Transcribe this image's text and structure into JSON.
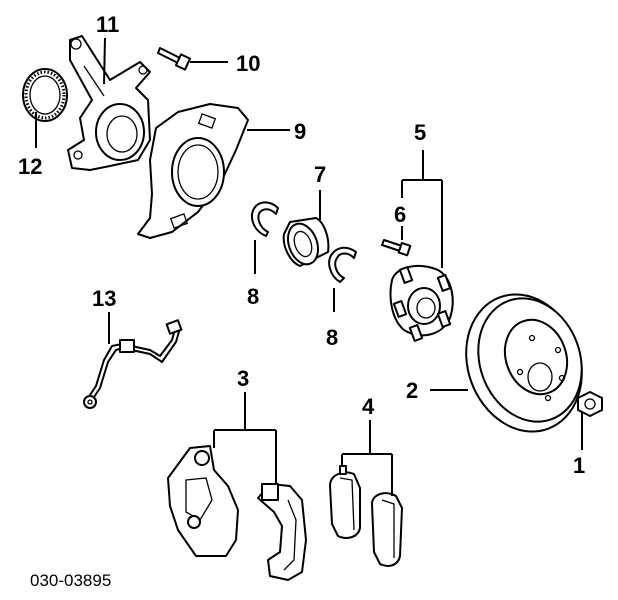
{
  "diagram": {
    "code": "030-03895",
    "callouts": [
      {
        "id": "1",
        "text": "1"
      },
      {
        "id": "2",
        "text": "2"
      },
      {
        "id": "3",
        "text": "3"
      },
      {
        "id": "4",
        "text": "4"
      },
      {
        "id": "5",
        "text": "5"
      },
      {
        "id": "6",
        "text": "6"
      },
      {
        "id": "7",
        "text": "7"
      },
      {
        "id": "8a",
        "text": "8"
      },
      {
        "id": "8b",
        "text": "8"
      },
      {
        "id": "9",
        "text": "9"
      },
      {
        "id": "10",
        "text": "10"
      },
      {
        "id": "11",
        "text": "11"
      },
      {
        "id": "12",
        "text": "12"
      },
      {
        "id": "13",
        "text": "13"
      }
    ]
  }
}
